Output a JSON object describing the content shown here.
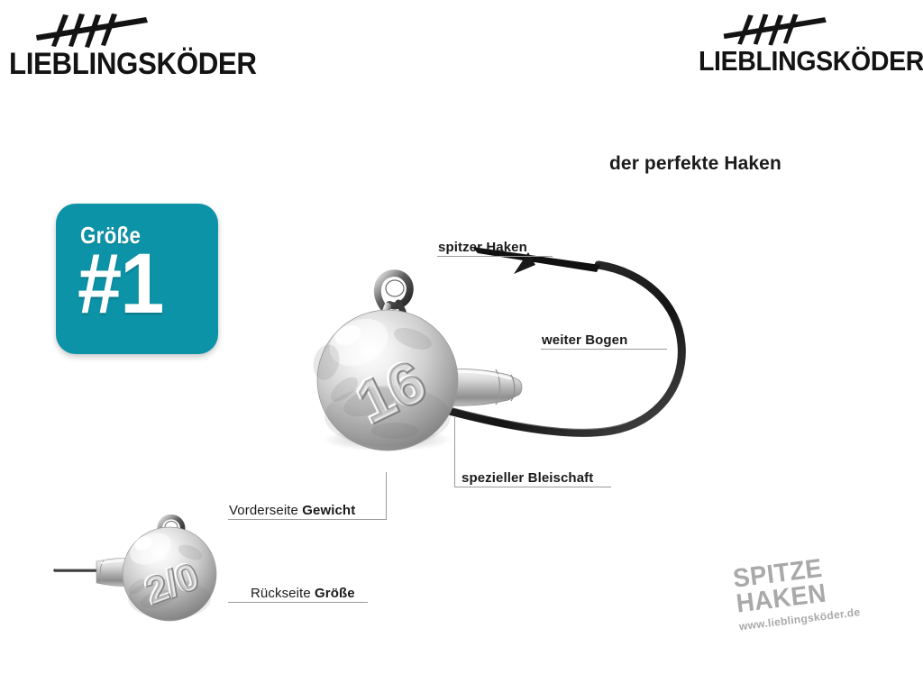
{
  "brand": {
    "left_logo": {
      "wordmark": "LIEBLINGSKÖDER",
      "mark": "tally-marks-icon"
    },
    "right_logo": {
      "wordmark": "LIEBLINGSKÖDER",
      "mark": "tally-marks-icon"
    }
  },
  "headline": "der perfekte Haken",
  "size_badge": {
    "caption": "Größe",
    "value": "#1",
    "color": "#0c93a7",
    "text_color": "#ffffff"
  },
  "callouts": [
    {
      "id": "spitzer-haken",
      "text": "spitzer Haken"
    },
    {
      "id": "weiter-bogen",
      "text": "weiter Bogen"
    },
    {
      "id": "spezieller-bleischaft",
      "text": "spezieller Bleischaft"
    },
    {
      "id": "vorderseite-gewicht",
      "text_regular": "Vorderseite ",
      "text_bold": "Gewicht"
    },
    {
      "id": "rueckseite-groesse",
      "text_regular": "Rückseite ",
      "text_bold": "Größe"
    }
  ],
  "product": {
    "main_jig": {
      "weight_marking": "16",
      "description": "lead jig head, front view, wire eye, lead shaft and wide-bend hook"
    },
    "small_jig": {
      "size_marking": "2/0",
      "description": "lead jig head, back view showing hook size marking"
    }
  },
  "stamp": {
    "line1": "SPITZE",
    "line2": "HAKEN",
    "url": "www.lieblingsköder.de",
    "color": "#a9a9a9"
  }
}
